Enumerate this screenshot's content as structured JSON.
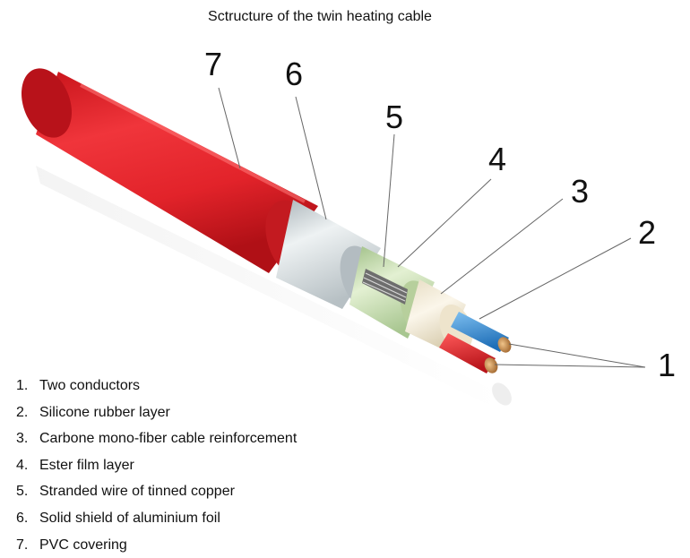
{
  "title": "Sctructure of the twin heating cable",
  "callouts": [
    "7",
    "6",
    "5",
    "4",
    "3",
    "2",
    "1"
  ],
  "legend": [
    {
      "num": "1.",
      "text": "Two conductors"
    },
    {
      "num": "2.",
      "text": "Silicone rubber layer"
    },
    {
      "num": "3.",
      "text": "Carbone mono-fiber cable reinforcement"
    },
    {
      "num": "4.",
      "text": "Ester film layer"
    },
    {
      "num": "5.",
      "text": "Stranded wire of tinned copper"
    },
    {
      "num": "6.",
      "text": "Solid shield of aluminium foil"
    },
    {
      "num": "7.",
      "text": "PVC covering"
    }
  ],
  "colors": {
    "pvc": "#e8232a",
    "foil": "#cfd6da",
    "ester_film": "#cde3b0",
    "fiber": "#f3ecd8",
    "conductor_blue": "#3a8fd8",
    "conductor_red": "#e8232a",
    "copper": "#c68a4a"
  }
}
